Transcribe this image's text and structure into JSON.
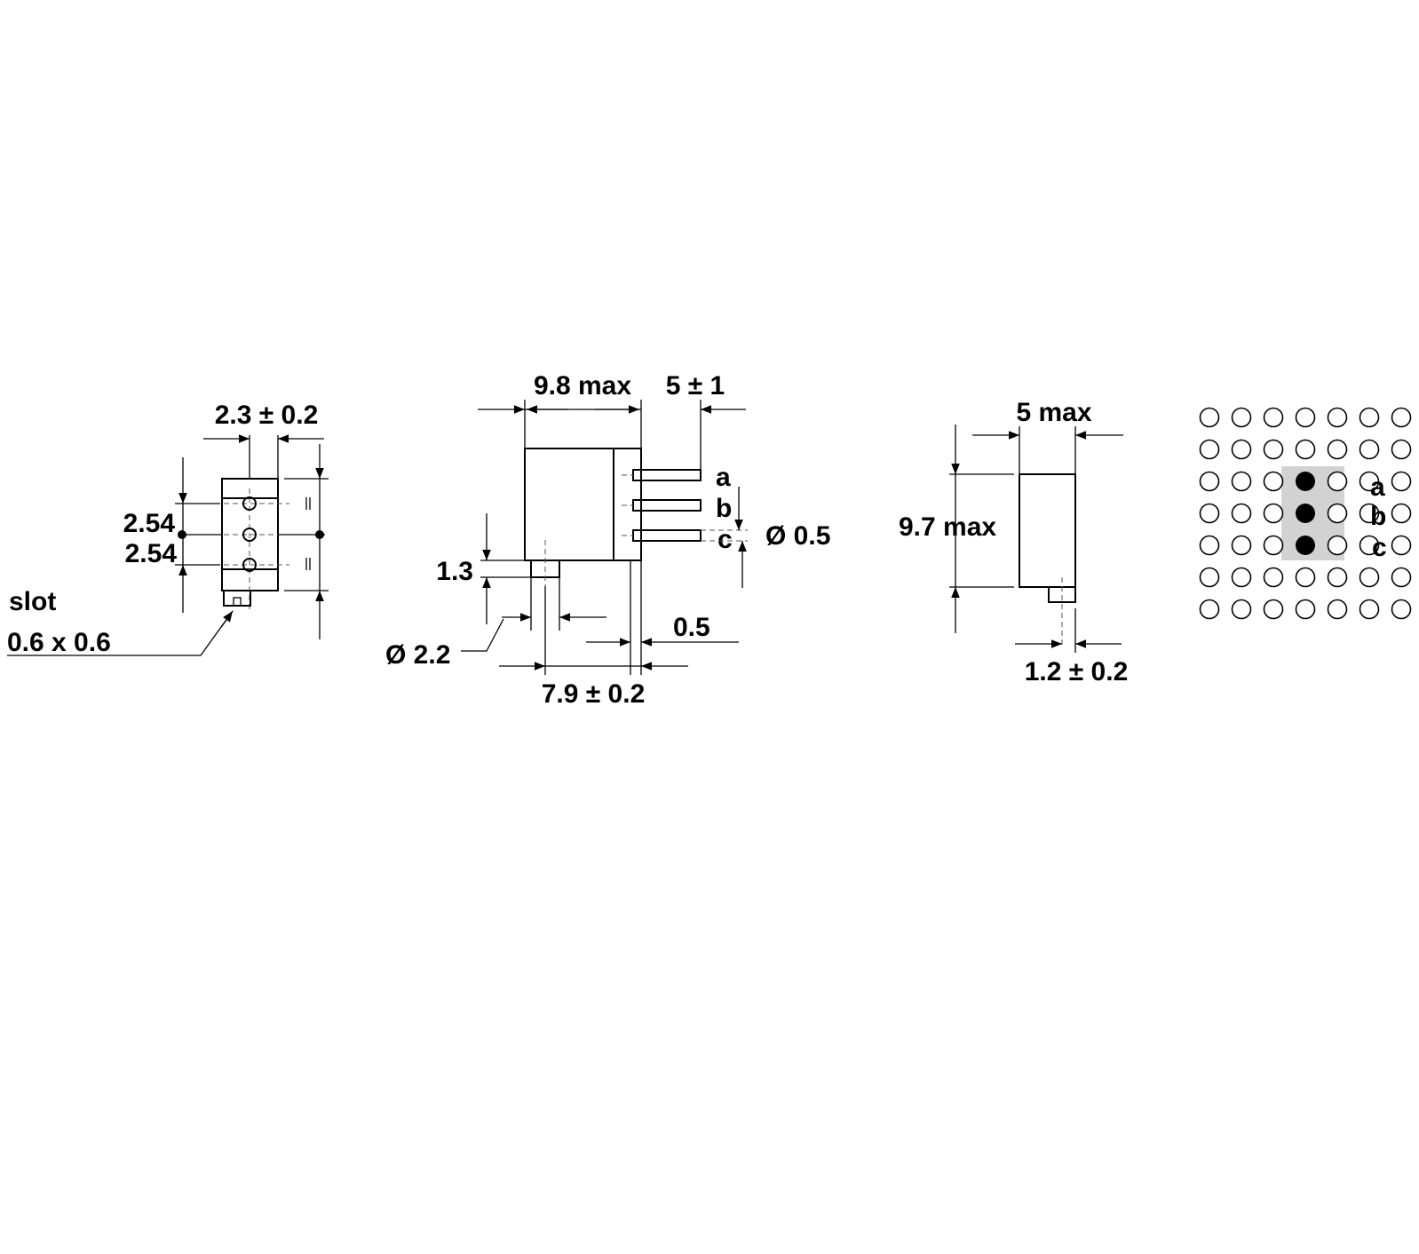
{
  "front_view": {
    "width_label": "2.3 ± 0.2",
    "pitch_label_upper": "2.54",
    "pitch_label_lower": "2.54",
    "slot_label": "slot",
    "slot_size_label": "0.6 x 0.6"
  },
  "side_view": {
    "length_label": "9.8 max",
    "lead_length_label": "5 ± 1",
    "terminal_a": "a",
    "terminal_b": "b",
    "terminal_c": "c",
    "lead_diameter_label": "Ø 0.5",
    "shaft_height_label": "1.3",
    "shaft_diameter_label": "Ø 2.2",
    "lead_offset_label": "0.5",
    "shaft_position_label": "7.9 ± 0.2"
  },
  "end_view": {
    "width_label": "5 max",
    "height_label": "9.7 max",
    "shaft_offset_label": "1.2 ± 0.2"
  },
  "footprint": {
    "rows": 7,
    "cols": 7,
    "filled_col": 3,
    "filled_rows": [
      2,
      3,
      4
    ],
    "terminal_a": "a",
    "terminal_b": "b",
    "terminal_c": "c"
  }
}
